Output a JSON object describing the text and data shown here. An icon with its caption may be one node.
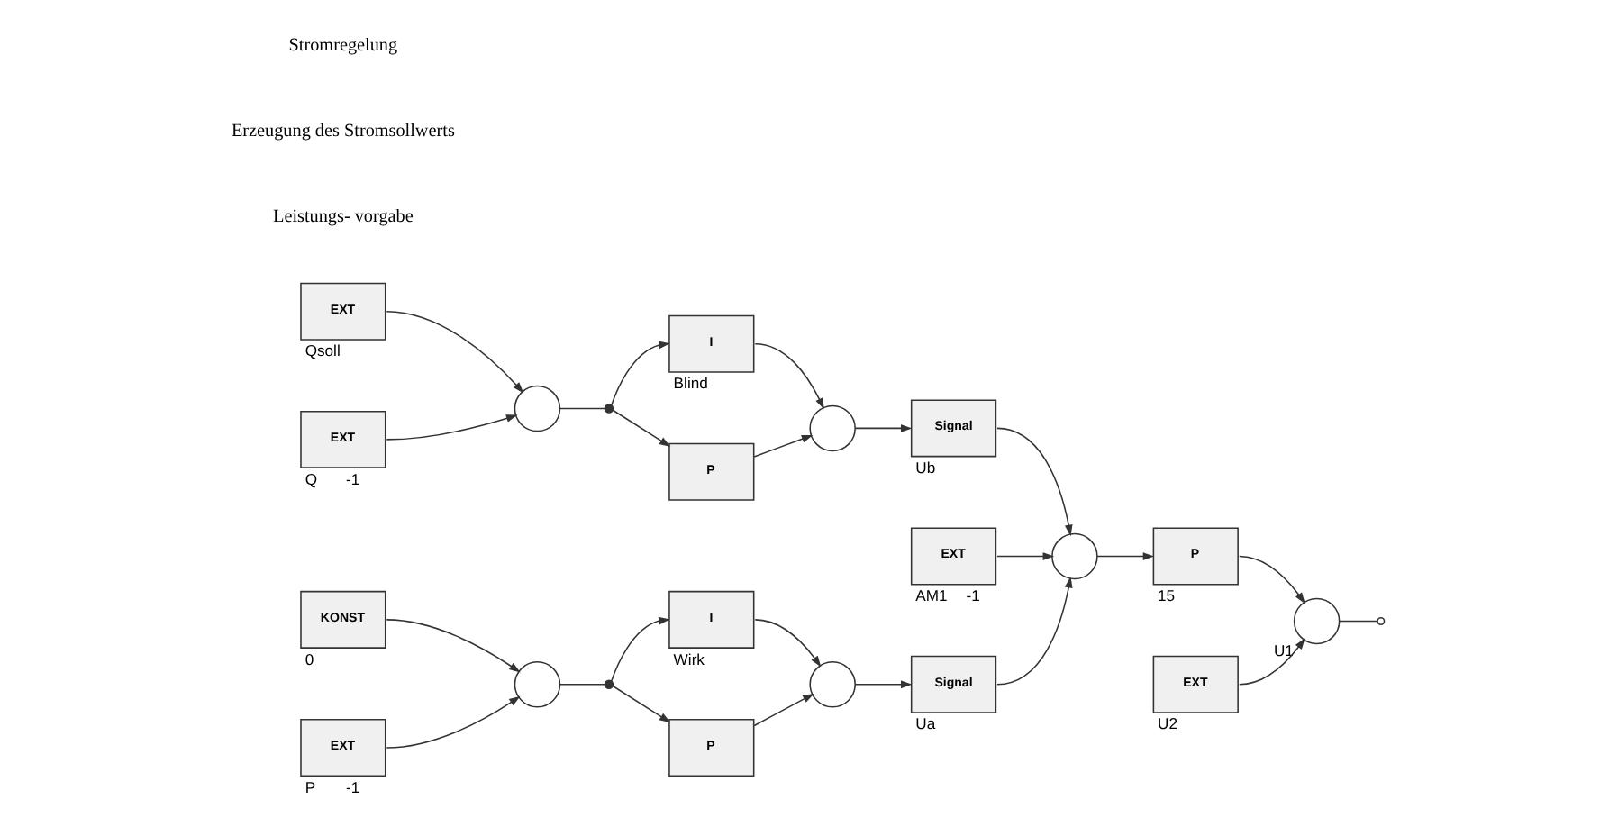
{
  "diagram": {
    "nodes": [
      {
        "text": [
          "EXT"
        ],
        "beside": [
          "Qsoll"
        ]
      },
      {
        "text": [
          "EXT"
        ],
        "beside": [
          "Q",
          "-1"
        ]
      },
      {
        "text": [],
        "shape": "circle"
      },
      {
        "text": [
          "KONST"
        ],
        "beside": [
          "0"
        ]
      },
      {
        "text": [
          "EXT"
        ],
        "beside": [
          "P",
          "-1"
        ]
      },
      {
        "text": [],
        "shape": "circle"
      },
      {
        "text": [],
        "shape": "dot"
      },
      {
        "text": [
          "I"
        ],
        "beside": [
          "Blind"
        ]
      },
      {
        "text": [
          "P"
        ]
      },
      {
        "text": [],
        "shape": "circle"
      },
      {
        "text": [],
        "shape": "dot"
      },
      {
        "text": [
          "I"
        ],
        "beside": [
          "Wirk"
        ]
      },
      {
        "text": [
          "P"
        ]
      },
      {
        "text": [],
        "shape": "circle"
      },
      {
        "text": [
          "Signal"
        ],
        "beside": [
          "Ub"
        ]
      },
      {
        "text": [
          "EXT"
        ],
        "beside": [
          "AM1",
          "-1"
        ]
      },
      {
        "text": [
          "Signal"
        ],
        "beside": [
          "Ua"
        ]
      },
      {
        "text": [],
        "shape": "circle"
      },
      {
        "text": [
          "P"
        ],
        "beside": [
          "15"
        ]
      },
      {
        "text": [
          "EXT"
        ],
        "beside": [
          "U2"
        ]
      },
      {
        "text": [],
        "shape": "circle",
        "beside": [
          "U1"
        ]
      }
    ],
    "edges": [
      {
        "from": 0,
        "to": 2,
        "arrow": "to"
      },
      {
        "from": 1,
        "to": 2,
        "arrow": "to"
      },
      {
        "from": 2,
        "to": 6,
        "arrow": "none"
      },
      {
        "from": 6,
        "to": 7,
        "arrow": "to"
      },
      {
        "from": 6,
        "to": 8,
        "arrow": "to"
      },
      {
        "from": 7,
        "to": 9,
        "arrow": "to"
      },
      {
        "from": 8,
        "to": 9,
        "arrow": "to"
      },
      {
        "from": 9,
        "to": 14,
        "arrow": "to"
      },
      {
        "from": 3,
        "to": 5,
        "arrow": "to"
      },
      {
        "from": 4,
        "to": 5,
        "arrow": "to"
      },
      {
        "from": 5,
        "to": 10,
        "arrow": "none"
      },
      {
        "from": 10,
        "to": 11,
        "arrow": "to"
      },
      {
        "from": 10,
        "to": 12,
        "arrow": "to"
      },
      {
        "from": 11,
        "to": 13,
        "arrow": "to"
      },
      {
        "from": 12,
        "to": 13,
        "arrow": "to"
      },
      {
        "from": 13,
        "to": 16,
        "arrow": "to"
      },
      {
        "from": 14,
        "to": 17,
        "arrow": "to"
      },
      {
        "from": 15,
        "to": 17,
        "arrow": "to"
      },
      {
        "from": 16,
        "to": 17,
        "arrow": "to"
      },
      {
        "from": 17,
        "to": 18,
        "arrow": "to"
      },
      {
        "from": 18,
        "to": 20,
        "arrow": "to"
      },
      {
        "from": 19,
        "to": 20,
        "arrow": "to"
      },
      {
        "from": 20,
        "to": null,
        "arrow": "other"
      }
    ],
    "labels": [
      "Leistungs- vorgabe",
      "Erzeugung des Stromsollwerts",
      "Stromregelung"
    ]
  }
}
